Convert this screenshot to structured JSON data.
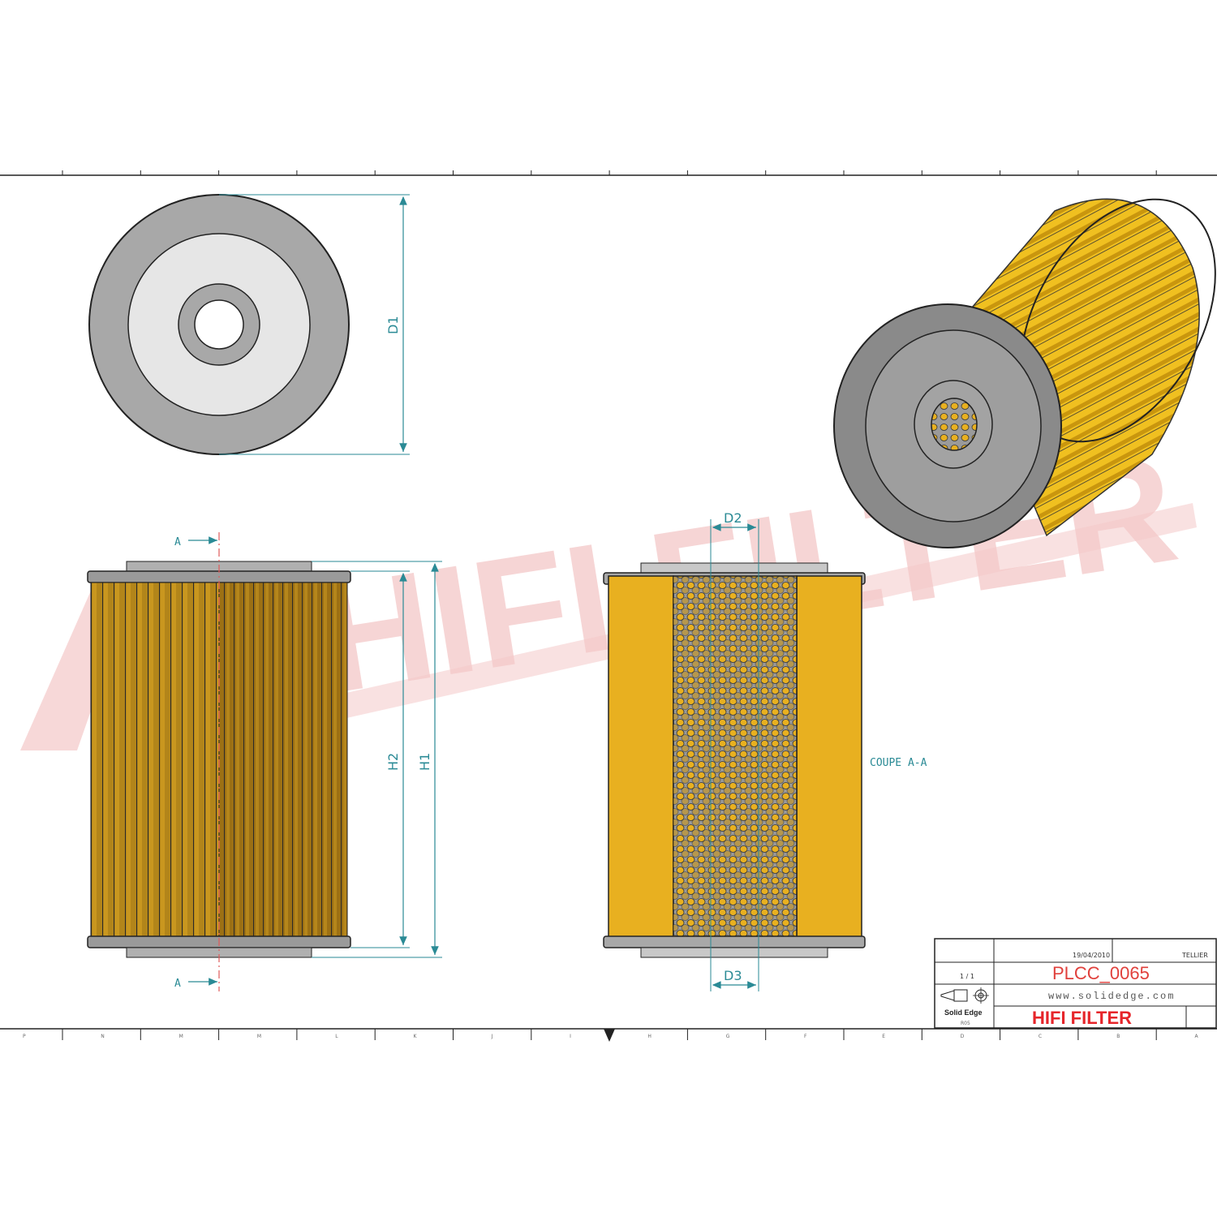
{
  "watermark": {
    "text": "HIFI FILTER"
  },
  "dimensions": {
    "d1": "D1",
    "d2": "D2",
    "d3": "D3",
    "h1": "H1",
    "h2": "H2"
  },
  "section": {
    "marker": "A",
    "caption": "COUPE A-A"
  },
  "title_block": {
    "date": "19/04/2010",
    "designer": "TELLIER",
    "scale": "1 / 1",
    "reference": "PLCC_0065",
    "website": "www.solidedge.com",
    "company": "HIFI FILTER",
    "software": "Solid Edge",
    "version": "R05"
  },
  "ruler": {
    "bottom_labels": [
      "P",
      "N",
      "M",
      "M",
      "L",
      "K",
      "J",
      "I",
      "H",
      "G",
      "F",
      "E",
      "D",
      "C",
      "B",
      "A"
    ]
  },
  "colors": {
    "dimension": "#2a8a95",
    "media": "#e8b020",
    "media_shade": "#a57814",
    "endcap": "#8a8a8a",
    "watermark": "#f4c8c8",
    "brand": "#e6252a"
  }
}
